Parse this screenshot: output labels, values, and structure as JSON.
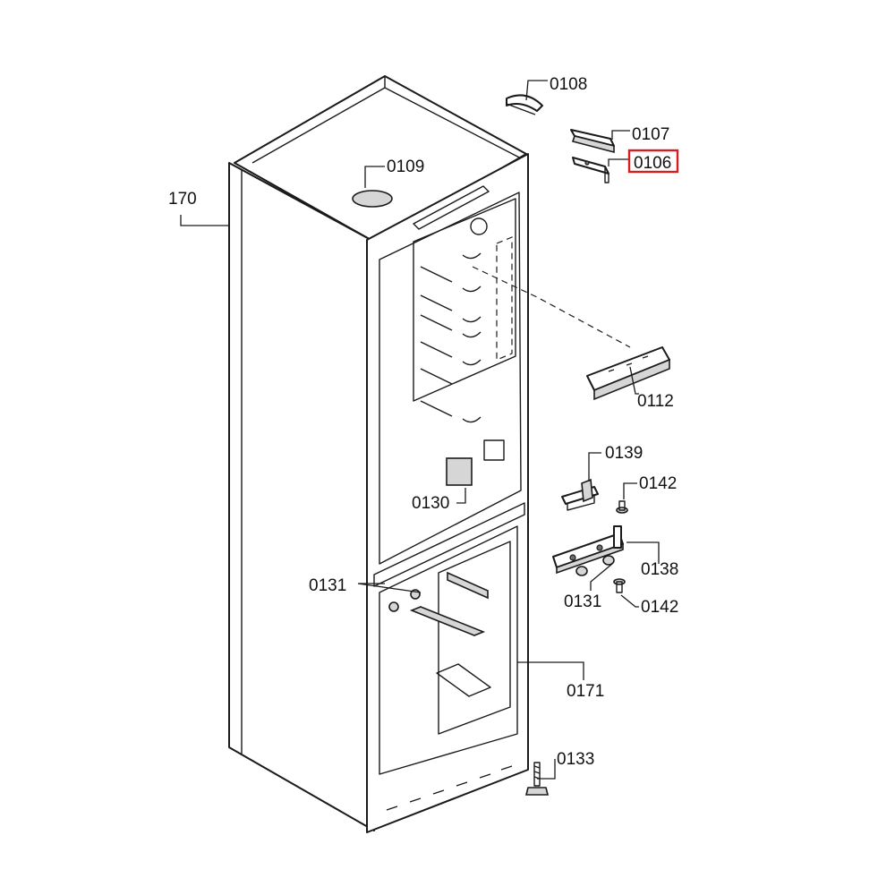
{
  "callouts": {
    "c0108": "0108",
    "c0107": "0107",
    "c0106": "0106",
    "c0109": "0109",
    "c170": "170",
    "c0112": "0112",
    "c0139": "0139",
    "c0142a": "0142",
    "c0130": "0130",
    "c0138": "0138",
    "c0131a": "0131",
    "c0131b": "0131",
    "c0142b": "0142",
    "c0171": "0171",
    "c0133": "0133"
  },
  "selected_callout": "0106",
  "colors": {
    "line": "#1a1a1a",
    "highlight": "#d42020",
    "background": "#ffffff"
  }
}
